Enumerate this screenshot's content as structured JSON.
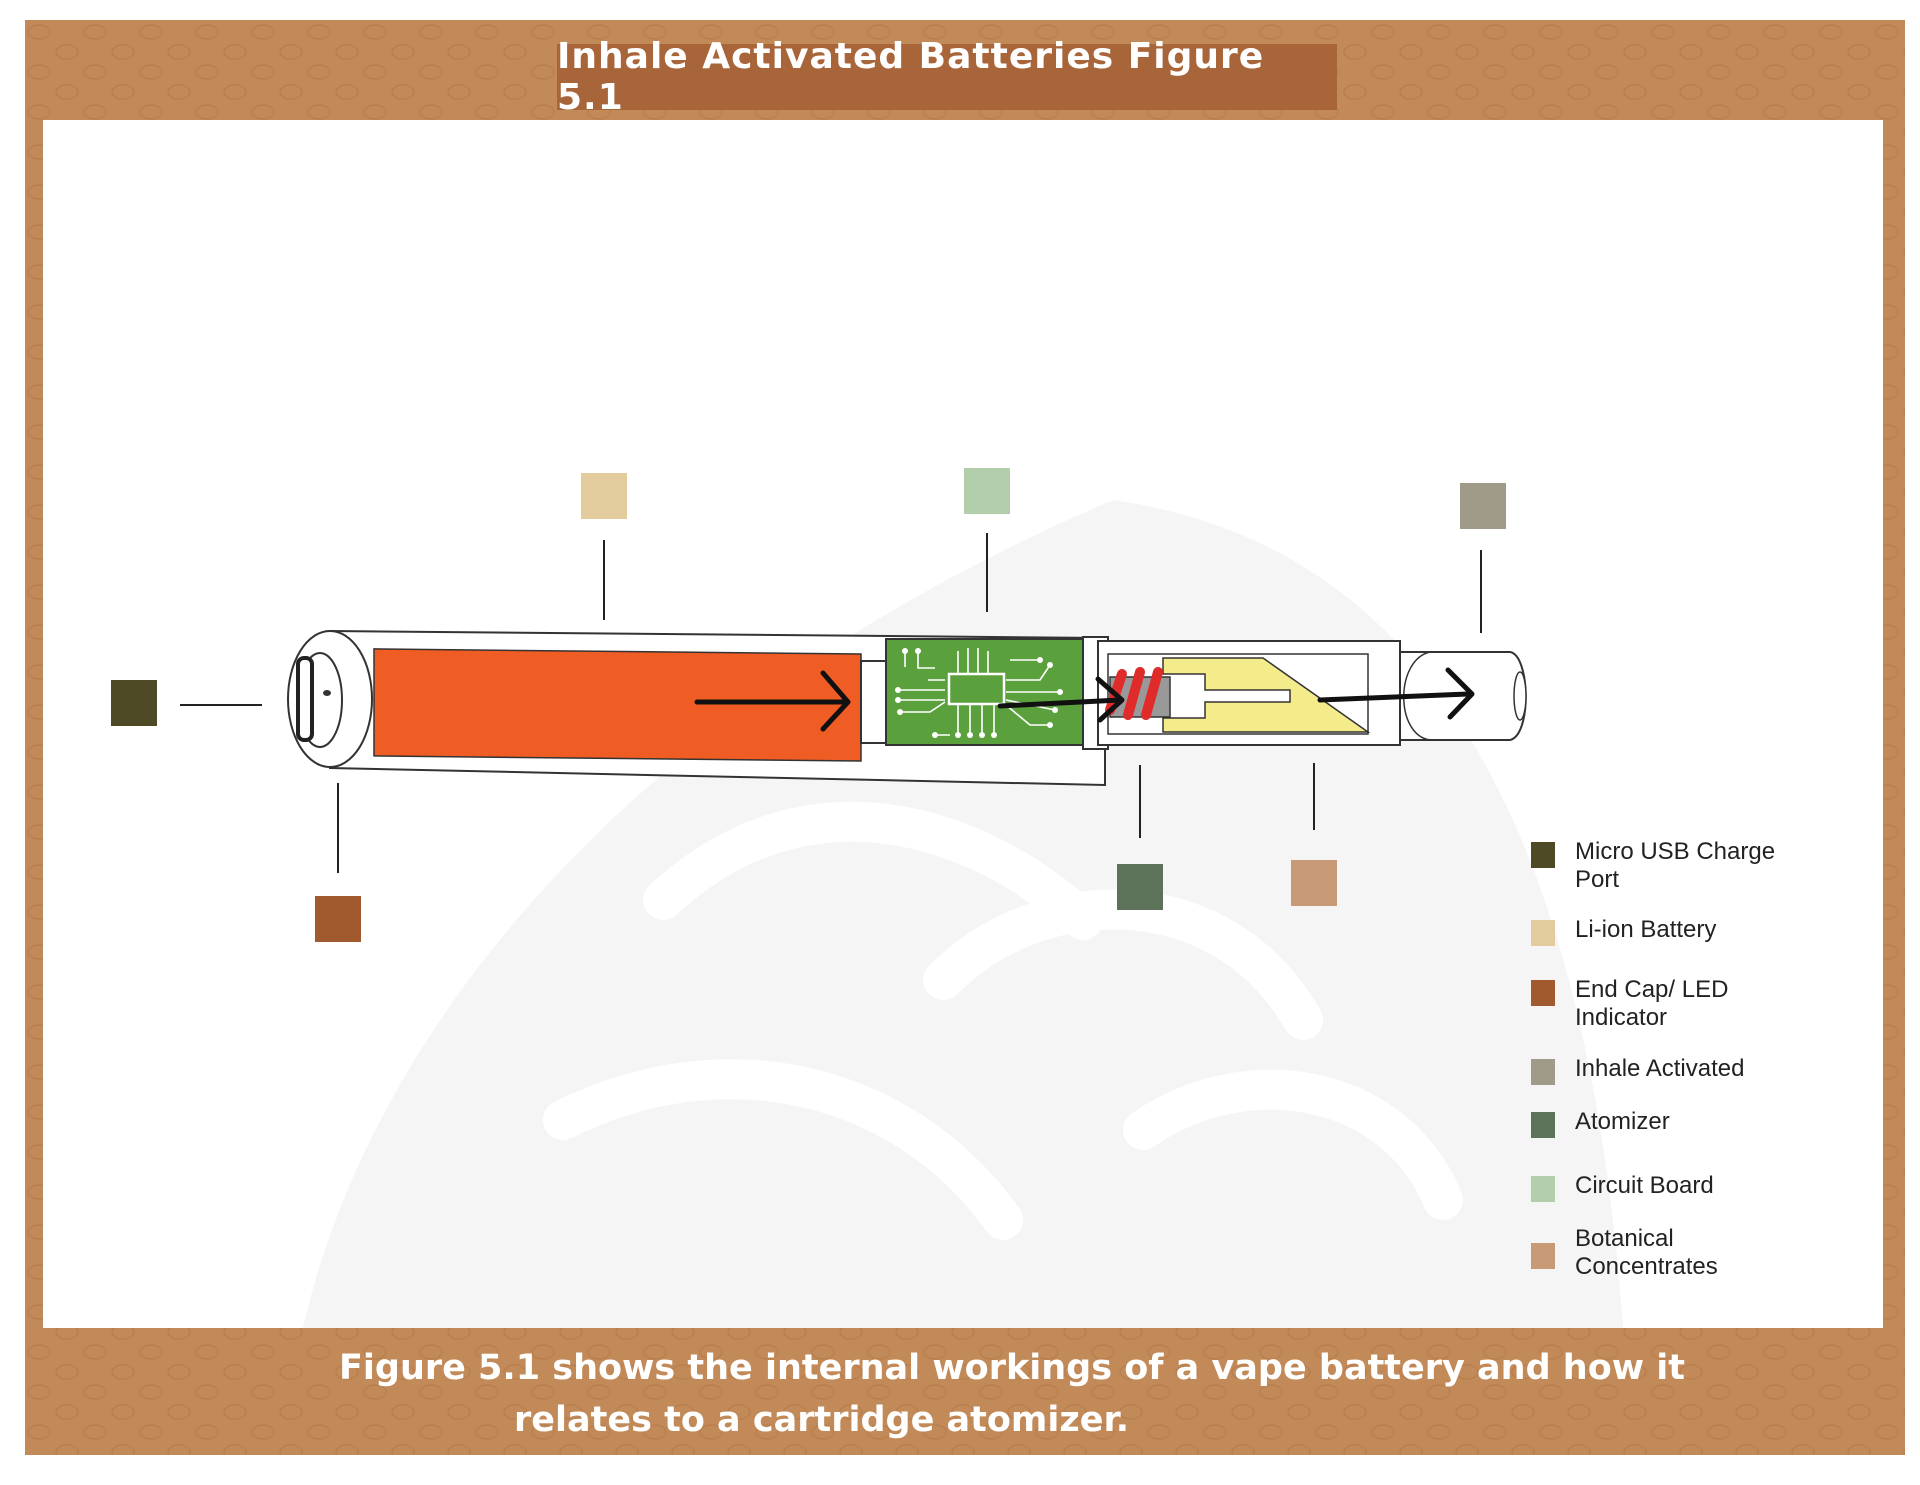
{
  "title": "Inhale Activated Batteries Figure 5.1",
  "caption": {
    "line1": "Figure 5.1 shows the internal workings of a vape battery and how it",
    "line2": "relates to a cartridge atomizer."
  },
  "colors": {
    "frame": "#c28a58",
    "title_bg": "#a9653a",
    "battery_cell": "#f05d24",
    "circuit_board": "#5aa13d",
    "coil": "#e02b2b",
    "concentrate": "#f4ec8a"
  },
  "legend": [
    {
      "label": "Micro USB Charge Port",
      "color": "#4f4a26"
    },
    {
      "label": "Li-ion Battery",
      "color": "#e2cb9c"
    },
    {
      "label": "End Cap/ LED Indicator",
      "color": "#a15a2e"
    },
    {
      "label": "Inhale Activated",
      "color": "#a09a88"
    },
    {
      "label": "Atomizer",
      "color": "#5c735a"
    },
    {
      "label": "Circuit Board",
      "color": "#b3ceab"
    },
    {
      "label": "Botanical Concentrates",
      "color": "#c89a78"
    }
  ]
}
